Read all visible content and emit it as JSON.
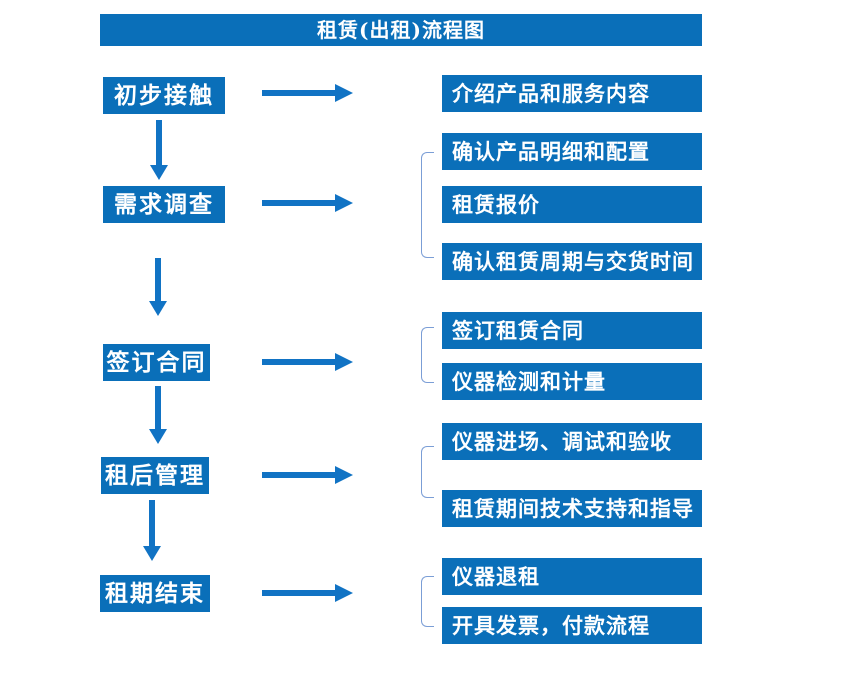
{
  "diagram": {
    "title": "租赁(出租)流程图",
    "stages": [
      {
        "label": "初步接触",
        "outputs": [
          "介绍产品和服务内容"
        ]
      },
      {
        "label": "需求调查",
        "outputs": [
          "确认产品明细和配置",
          "租赁报价",
          "确认租赁周期与交货时间"
        ]
      },
      {
        "label": "签订合同",
        "outputs": [
          "签订租赁合同",
          "仪器检测和计量"
        ]
      },
      {
        "label": "租后管理",
        "outputs": [
          "仪器进场、调试和验收",
          "租赁期间技术支持和指导"
        ]
      },
      {
        "label": "租期结束",
        "outputs": [
          "仪器退租",
          "开具发票，付款流程"
        ]
      }
    ],
    "colors": {
      "box_blue": "#0a6fb9",
      "arrow_blue": "#1173c4",
      "bracket_blue": "#7b9ed6",
      "text_white": "#ffffff",
      "background": "#ffffff"
    }
  }
}
